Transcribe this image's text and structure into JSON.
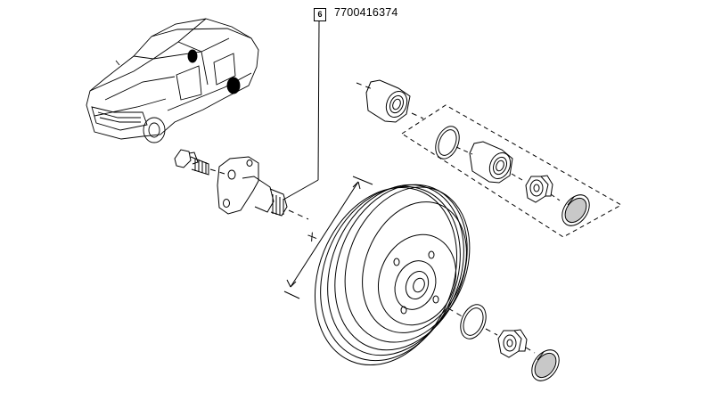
{
  "callout": {
    "index": "6",
    "part_number": "7700416374"
  },
  "dimension": {
    "label": "X"
  }
}
